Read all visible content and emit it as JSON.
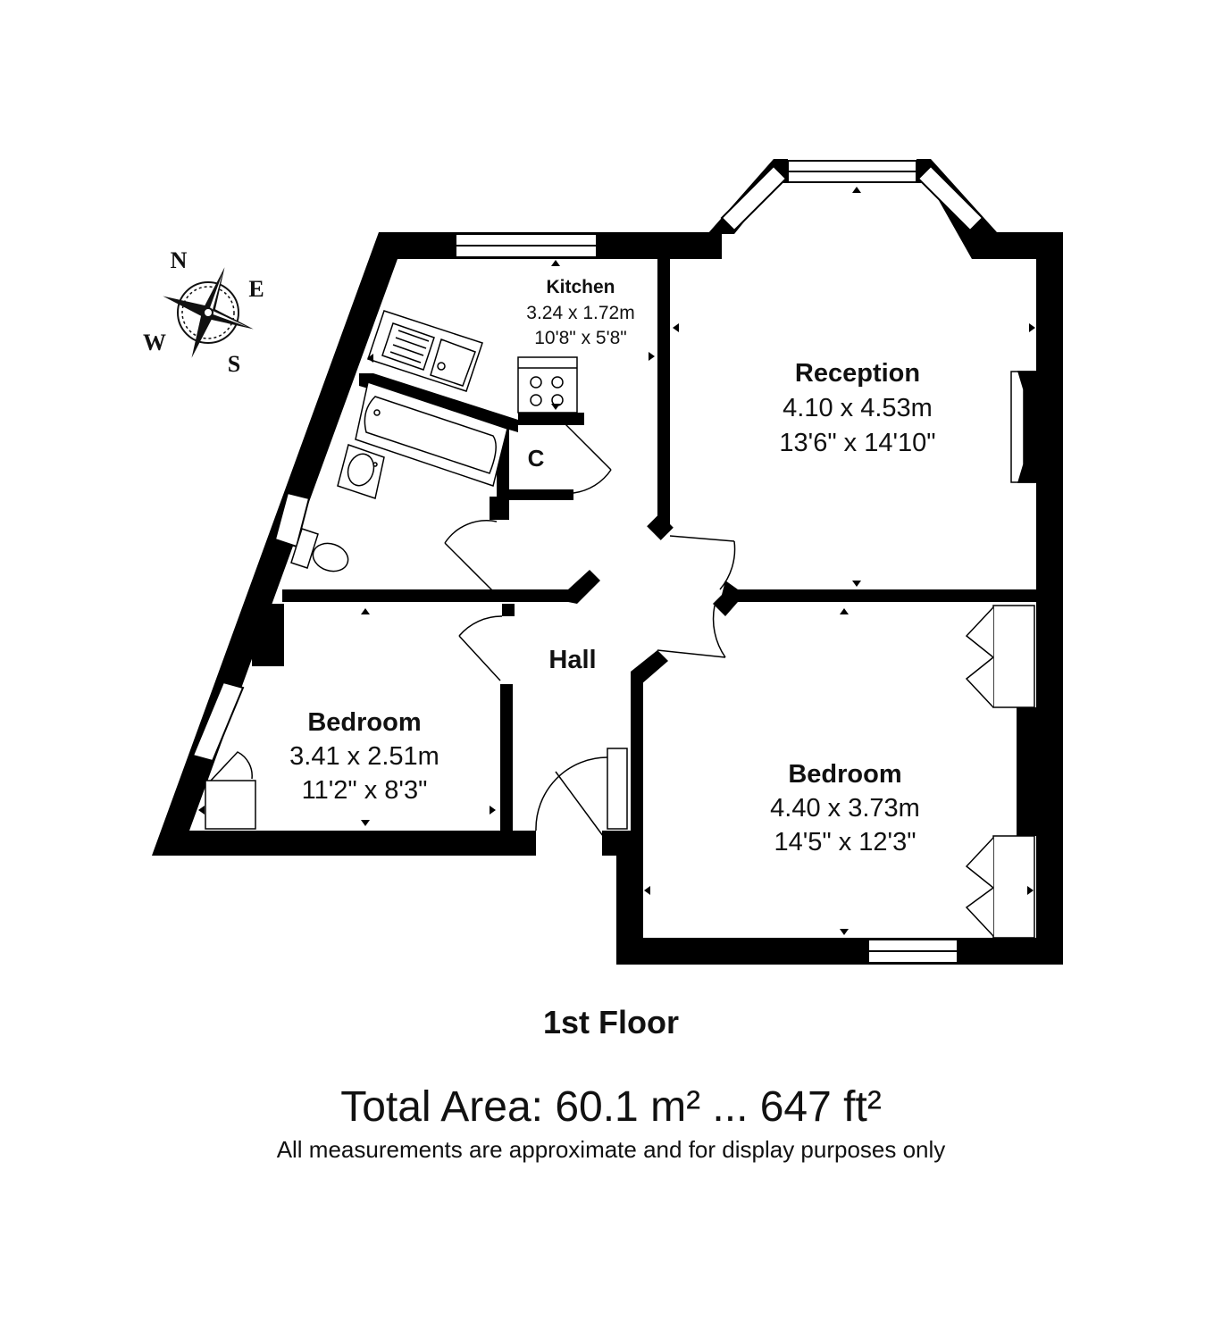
{
  "compass": {
    "n": "N",
    "e": "E",
    "s": "S",
    "w": "W"
  },
  "rooms": {
    "kitchen": {
      "name": "Kitchen",
      "metric": "3.24 x 1.72m",
      "imperial": "10'8\" x 5'8\""
    },
    "reception": {
      "name": "Reception",
      "metric": "4.10 x 4.53m",
      "imperial": "13'6\" x 14'10\""
    },
    "bedroom1": {
      "name": "Bedroom",
      "metric": "3.41 x 2.51m",
      "imperial": "11'2\" x 8'3\""
    },
    "bedroom2": {
      "name": "Bedroom",
      "metric": "4.40 x 3.73m",
      "imperial": "14'5\" x 12'3\""
    },
    "hall": {
      "name": "Hall"
    },
    "cupboard": {
      "name": "C"
    }
  },
  "floor_label": "1st Floor",
  "total_area": "Total Area: 60.1 m² ... 647 ft²",
  "disclaimer": "All measurements are approximate and for display purposes only"
}
